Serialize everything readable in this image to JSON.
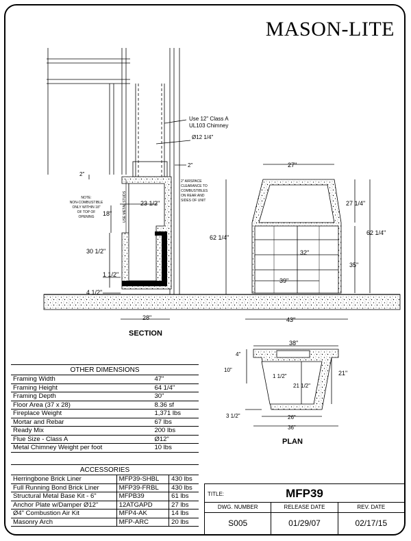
{
  "brand": {
    "logo_text": "MASON-LITE"
  },
  "section": {
    "caption": "SECTION",
    "chimney_note": "Use 12\" Class A",
    "chimney_note2": "UL103 Chimney",
    "diameter": "Ø12 1/4\"",
    "dim_2_left": "2\"",
    "dim_2_right": "2\"",
    "dim_23_half": "23 1/2\"",
    "dim_18": "18\"",
    "dim_30_half": "30 1/2\"",
    "dim_1_half": "1 1/2\"",
    "dim_4_half": "4 1/2\"",
    "dim_28": "28\"",
    "dim_62_quarter": "62 1/4\"",
    "studs_label": "USE METAL STUDS",
    "note_lines": [
      "NOTE:",
      "NON-COMBUSTIBLE",
      "ONLY WITHIN 18\"",
      "OF TOP OF",
      "OPENING"
    ],
    "airspace_lines": [
      "2\" AIRSPACE",
      "CLEARANCE TO",
      "COMBUSTIBLES",
      "ON REAR AND",
      "SIDES OF UNIT"
    ]
  },
  "front": {
    "dim_27": "27\"",
    "dim_27_quarter": "27 1/4\"",
    "dim_62_quarter": "62 1/4\"",
    "dim_62_quarter_right": "62 1/4\"",
    "dim_32": "32\"",
    "dim_35": "35\"",
    "dim_39": "39\"",
    "dim_43": "43\""
  },
  "plan": {
    "caption": "PLAN",
    "dim_38": "38\"",
    "dim_4": "4\"",
    "dim_10": "10\"",
    "dim_1_half": "1 1/2\"",
    "dim_21": "21\"",
    "dim_21_half": "21 1/2\"",
    "dim_3_half": "3 1/2\"",
    "dim_26": "26\"",
    "dim_36": "36\""
  },
  "other_dimensions": {
    "heading": "OTHER DIMENSIONS",
    "rows": [
      {
        "label": "Framing Width",
        "value": "47\""
      },
      {
        "label": "Framing Height",
        "value": "64 1/4\""
      },
      {
        "label": "Framing Depth",
        "value": "30\""
      },
      {
        "label": "Floor Area (37 x 28)",
        "value": "8.36 sf"
      },
      {
        "label": "Fireplace Weight",
        "value": "1,371 lbs"
      },
      {
        "label": "Mortar and Rebar",
        "value": "67 lbs"
      },
      {
        "label": "Ready Mix",
        "value": "200 lbs"
      },
      {
        "label": "Flue Size - Class A",
        "value": "Ø12\""
      },
      {
        "label": "Metal Chimney Weight per foot",
        "value": "10 lbs"
      }
    ]
  },
  "accessories": {
    "heading": "ACCESSORIES",
    "rows": [
      {
        "name": "Herringbone Brick Liner",
        "code": "MFP39-SHBL",
        "weight": "430 lbs"
      },
      {
        "name": "Full Running Bond Brick Liner",
        "code": "MFP39-FRBL",
        "weight": "430 lbs"
      },
      {
        "name": "Structural Metal Base Kit - 6\"",
        "code": "MFPB39",
        "weight": "61 lbs"
      },
      {
        "name": "Anchor Plate w/Damper Ø12\"",
        "code": "12ATGAPD",
        "weight": "27 lbs"
      },
      {
        "name": "Ø4\" Combustion Air Kit",
        "code": "MFP4-AK",
        "weight": "14 lbs"
      },
      {
        "name": "Masonry Arch",
        "code": "MFP-ARC",
        "weight": "20 lbs"
      }
    ]
  },
  "title_block": {
    "title_label": "TITLE:",
    "title": "MFP39",
    "dwg_number_label": "DWG. NUMBER",
    "release_date_label": "RELEASE DATE",
    "rev_date_label": "REV. DATE",
    "dwg_number": "S005",
    "release_date": "01/29/07",
    "rev_date": "02/17/15"
  }
}
